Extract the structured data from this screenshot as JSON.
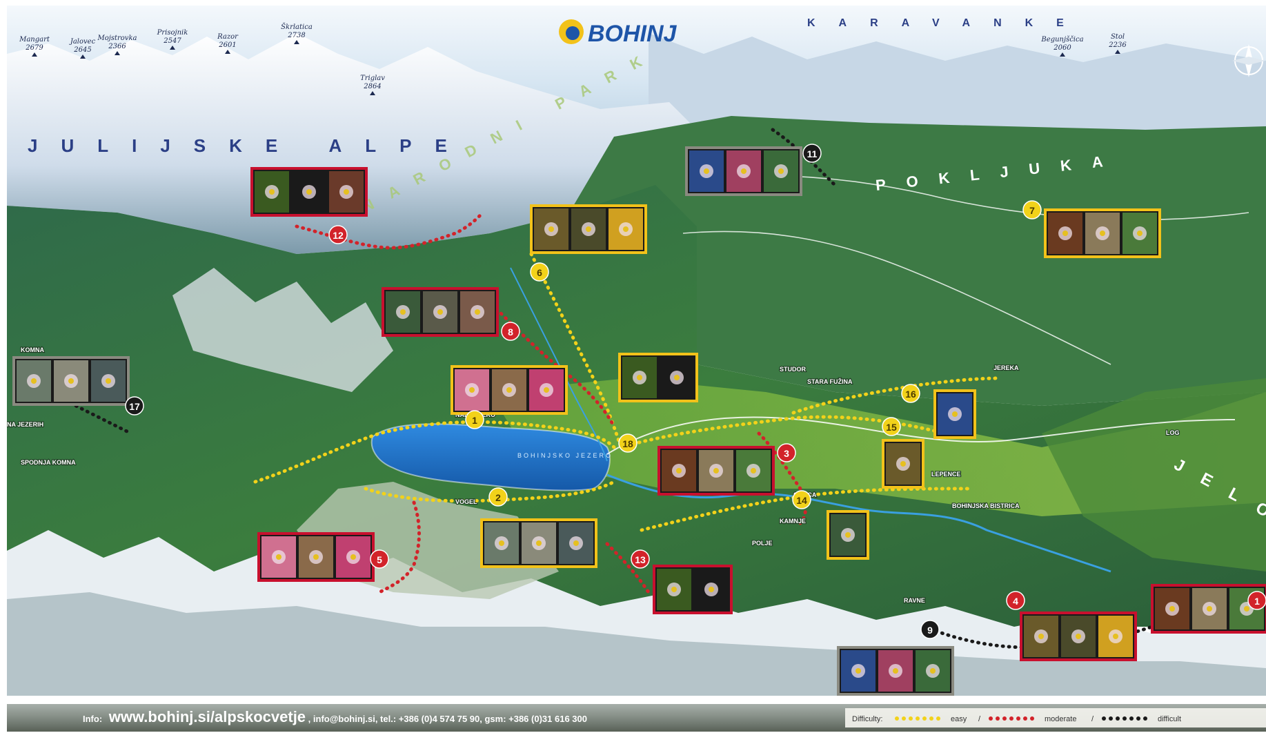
{
  "logo": {
    "text": "BOHINJ"
  },
  "regions": [
    {
      "id": "julijske-alpe",
      "text": "JULIJSKE ALPE"
    },
    {
      "id": "karavanke",
      "text": "KARAVANKE"
    },
    {
      "id": "pokljuka",
      "text": "POKLJUKA"
    },
    {
      "id": "narodni-park",
      "text": "NARODNI PARK"
    },
    {
      "id": "jelovica",
      "text": "JELOVICA"
    }
  ],
  "peaks": [
    {
      "name": "Mangart",
      "height": "2679"
    },
    {
      "name": "Jalovec",
      "height": "2645"
    },
    {
      "name": "Mojstrovka",
      "height": "2366"
    },
    {
      "name": "Prisojnik",
      "height": "2547"
    },
    {
      "name": "Razor",
      "height": "2601"
    },
    {
      "name": "Škrlatica",
      "height": "2738"
    },
    {
      "name": "Triglav",
      "height": "2864"
    },
    {
      "name": "Stol",
      "height": "2236"
    },
    {
      "name": "Begunjščica",
      "height": "2060"
    }
  ],
  "places": [
    {
      "id": "nad-jezerom",
      "text": "NAD JEZERO"
    },
    {
      "id": "bohinjsko-jezero",
      "text": "BOHINJSKO JEZERO"
    },
    {
      "id": "bohinjska-bistrica",
      "text": "BOHINJSKA BISTRICA"
    },
    {
      "id": "jereka",
      "text": "JEREKA"
    },
    {
      "id": "stara-fuzina",
      "text": "STARA FUŽINA"
    },
    {
      "id": "studor",
      "text": "STUDOR"
    },
    {
      "id": "savica",
      "text": "SAVICA"
    },
    {
      "id": "lepence",
      "text": "LEPENCE"
    },
    {
      "id": "log",
      "text": "LOG"
    },
    {
      "id": "polje",
      "text": "POLJE"
    },
    {
      "id": "ravne",
      "text": "RAVNE"
    },
    {
      "id": "komna",
      "text": "KOMNA"
    },
    {
      "id": "na-jezerih",
      "text": "NA JEZERIH"
    },
    {
      "id": "spodnja-komna",
      "text": "SPODNJA KOMNA"
    },
    {
      "id": "vogel",
      "text": "VOGEL"
    },
    {
      "id": "kamnje",
      "text": "KAMNJE"
    }
  ],
  "routes": [
    {
      "number": "1",
      "difficulty": "easy"
    },
    {
      "number": "2",
      "difficulty": "easy"
    },
    {
      "number": "3",
      "difficulty": "moderate"
    },
    {
      "number": "4",
      "difficulty": "moderate"
    },
    {
      "number": "5",
      "difficulty": "moderate"
    },
    {
      "number": "6",
      "difficulty": "easy"
    },
    {
      "number": "7",
      "difficulty": "easy"
    },
    {
      "number": "8",
      "difficulty": "moderate"
    },
    {
      "number": "9",
      "difficulty": "difficult"
    },
    {
      "number": "11",
      "difficulty": "difficult"
    },
    {
      "number": "12",
      "difficulty": "moderate"
    },
    {
      "number": "13",
      "difficulty": "moderate"
    },
    {
      "number": "14",
      "difficulty": "easy"
    },
    {
      "number": "15",
      "difficulty": "easy"
    },
    {
      "number": "16",
      "difficulty": "easy"
    },
    {
      "number": "17",
      "difficulty": "difficult"
    },
    {
      "number": "18",
      "difficulty": "easy"
    },
    {
      "number": "1",
      "difficulty": "moderate"
    }
  ],
  "photo_boxes": [
    {
      "id": "box-12",
      "border": "red",
      "photos": 3
    },
    {
      "id": "box-11",
      "border": "gray",
      "photos": 3
    },
    {
      "id": "box-6",
      "border": "yellow",
      "photos": 3
    },
    {
      "id": "box-7",
      "border": "yellow",
      "photos": 3
    },
    {
      "id": "box-8",
      "border": "red",
      "photos": 3
    },
    {
      "id": "box-17",
      "border": "gray",
      "photos": 3
    },
    {
      "id": "box-1",
      "border": "yellow",
      "photos": 3
    },
    {
      "id": "box-18",
      "border": "yellow",
      "photos": 2
    },
    {
      "id": "box-16",
      "border": "yellow",
      "photos": 1
    },
    {
      "id": "box-15",
      "border": "yellow",
      "photos": 1
    },
    {
      "id": "box-3",
      "border": "red",
      "photos": 3
    },
    {
      "id": "box-14",
      "border": "yellow",
      "photos": 1
    },
    {
      "id": "box-2",
      "border": "yellow",
      "photos": 3
    },
    {
      "id": "box-5",
      "border": "red",
      "photos": 3
    },
    {
      "id": "box-13",
      "border": "red",
      "photos": 2
    },
    {
      "id": "box-9",
      "border": "gray",
      "photos": 3
    },
    {
      "id": "box-4",
      "border": "red",
      "photos": 3
    },
    {
      "id": "box-10",
      "border": "red",
      "photos": 3
    }
  ],
  "footer": {
    "info_prefix": "Info:",
    "url": "www.bohinj.si/alpskocvetje",
    "contact": ", info@bohinj.si, tel.: +386 (0)4 574 75 90, gsm: +386 (0)31 616 300"
  },
  "legend": {
    "title": "Difficulty:",
    "items": [
      {
        "label": "easy",
        "color": "#f2d21a"
      },
      {
        "label": "moderate",
        "color": "#d2232a"
      },
      {
        "label": "difficult",
        "color": "#1a1a1a"
      }
    ]
  },
  "colors": {
    "easy": "#f2d21a",
    "moderate": "#d2232a",
    "difficult": "#1a1a1a",
    "lake": "#1f6fc4",
    "brand": "#1e55a8"
  }
}
